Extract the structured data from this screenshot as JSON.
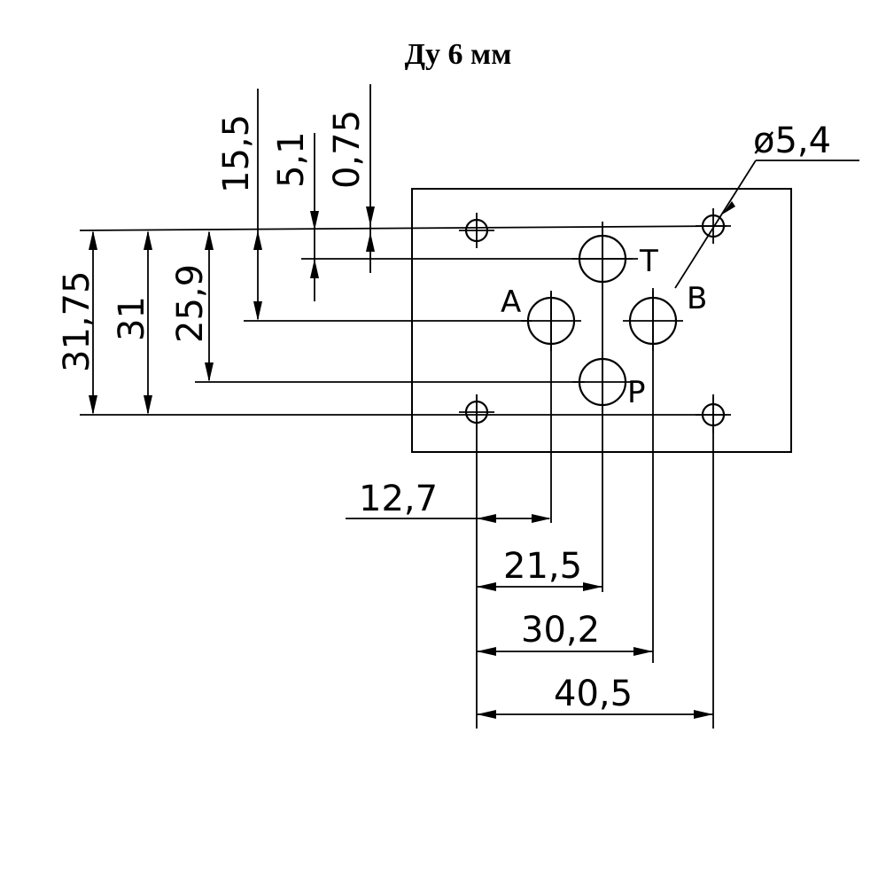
{
  "title": "Ду 6 мм",
  "ports": {
    "a": "A",
    "b": "B",
    "p": "P",
    "t": "T"
  },
  "hole_diameter": "ø5,4",
  "vertical_dims": {
    "d_31_75": "31,75",
    "d_31": "31",
    "d_25_9": "25,9",
    "d_15_5": "15,5",
    "d_5_1": "5,1",
    "d_0_75": "0,75"
  },
  "horizontal_dims": {
    "d_12_7": "12,7",
    "d_21_5": "21,5",
    "d_30_2": "30,2",
    "d_40_5": "40,5"
  }
}
